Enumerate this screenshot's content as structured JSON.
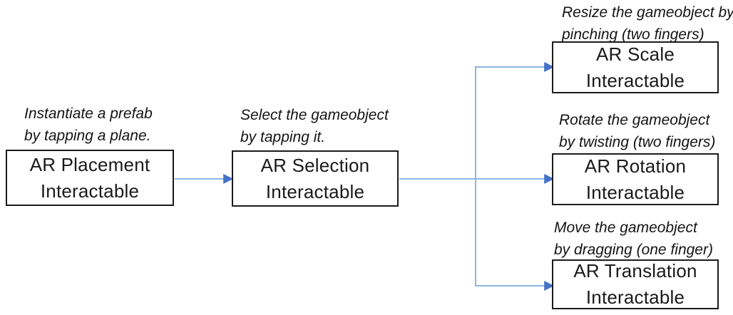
{
  "diagram": {
    "type": "flowchart",
    "nodes": {
      "placement": {
        "label_line1": "AR Placement",
        "label_line2": "Interactable",
        "note_line1": "Instantiate a prefab",
        "note_line2": "by tapping a plane."
      },
      "selection": {
        "label_line1": "AR Selection",
        "label_line2": "Interactable",
        "note_line1": "Select the gameobject",
        "note_line2": "by tapping it."
      },
      "scale": {
        "label_line1": "AR Scale",
        "label_line2": "Interactable",
        "note_line1": "Resize the gameobject by",
        "note_line2": "pinching (two fingers)"
      },
      "rotation": {
        "label_line1": "AR Rotation",
        "label_line2": "Interactable",
        "note_line1": "Rotate the gameobject",
        "note_line2": "by twisting (two fingers)"
      },
      "translation": {
        "label_line1": "AR Translation",
        "label_line2": "Interactable",
        "note_line1": "Move the gameobject",
        "note_line2": "by dragging (one finger)"
      }
    },
    "edges": [
      "placement -> selection",
      "selection -> scale",
      "selection -> rotation",
      "selection -> translation"
    ]
  },
  "colors": {
    "connector": "#8cb4e2",
    "arrowhead": "#4472c4",
    "box_border": "#1b1b1b",
    "background": "#ffffff",
    "text": "#1a1a1a"
  }
}
